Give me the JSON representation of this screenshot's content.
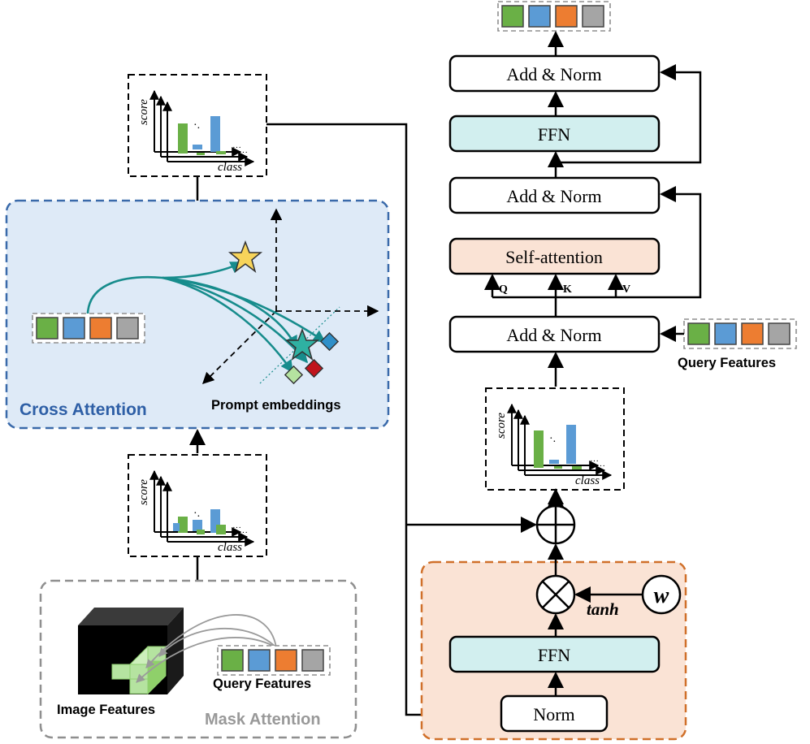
{
  "colors": {
    "green": "#6ab046",
    "blue": "#5b9bd5",
    "orange": "#ed7d31",
    "gray": "#a5a5a5",
    "light_green": "#b5e3a0",
    "teal": "#d2efef",
    "peach": "#fae3d5",
    "cross_bg": "#deeaf7",
    "cross_border": "#3a6aaa",
    "cross_title": "#2e5fa6",
    "mask_border": "#8f8f8f",
    "mask_title": "#999999",
    "fusion_border": "#d0702a",
    "curve": "#178c8c"
  },
  "cross_attention": {
    "title": "Cross Attention",
    "prompt_label": "Prompt embeddings"
  },
  "mask_attention": {
    "title": "Mask Attention",
    "image_label": "Image Features",
    "query_label": "Query Features"
  },
  "score_plot": {
    "ylabel": "score",
    "xlabel": "class"
  },
  "transformer": {
    "addnorm_top": "Add & Norm",
    "ffn_top": "FFN",
    "addnorm_mid": "Add & Norm",
    "self_attention": "Self-attention",
    "addnorm_bottom": "Add & Norm",
    "q_label": "Q",
    "k_label": "K",
    "v_label": "V",
    "query_features_label": "Query Features"
  },
  "fusion": {
    "ffn": "FFN",
    "norm": "Norm",
    "tanh": "tanh",
    "w": "w"
  }
}
